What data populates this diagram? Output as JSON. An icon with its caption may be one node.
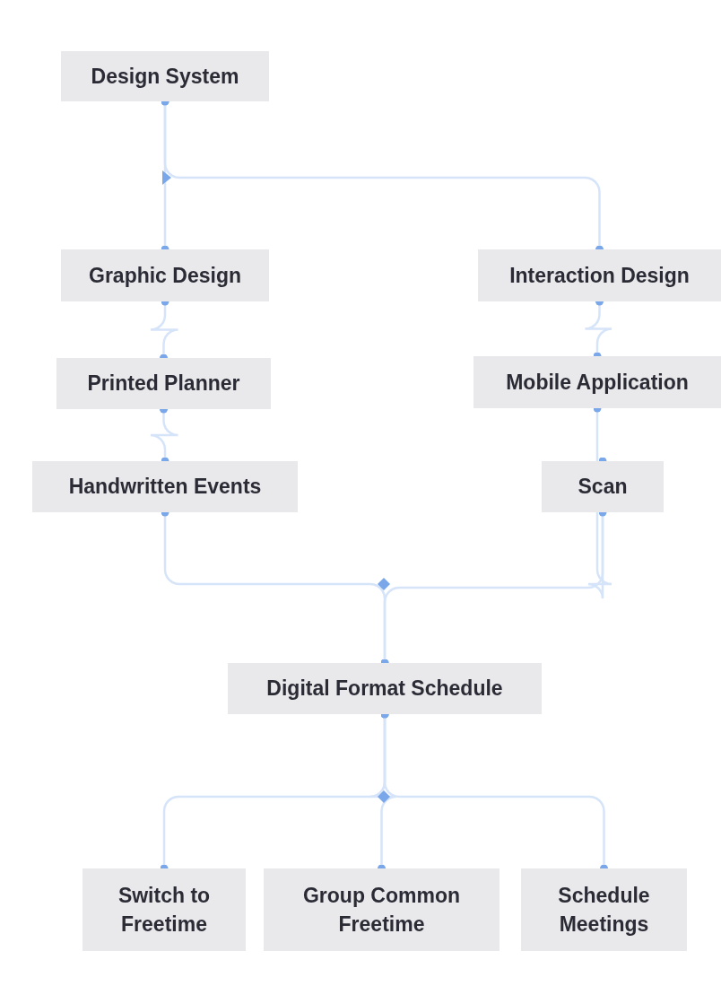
{
  "diagram": {
    "nodes": [
      {
        "text": [
          "Design System"
        ]
      },
      {
        "text": [
          "Graphic Design"
        ]
      },
      {
        "text": [
          "Interaction Design"
        ]
      },
      {
        "text": [
          "Printed Planner"
        ]
      },
      {
        "text": [
          "Mobile Application"
        ]
      },
      {
        "text": [
          "Handwritten Events"
        ]
      },
      {
        "text": [
          "Scan"
        ]
      },
      {
        "text": [
          "Digital Format Schedule"
        ]
      },
      {
        "text": [
          "Switch to Freetime"
        ]
      },
      {
        "text": [
          "Group Common Freetime"
        ]
      },
      {
        "text": [
          "Schedule Meetings"
        ]
      }
    ],
    "edges": [
      {
        "from": 0,
        "to": 1,
        "arrow": "other"
      },
      {
        "from": 0,
        "to": 2,
        "arrow": "other"
      },
      {
        "from": 1,
        "to": 3,
        "arrow": "other"
      },
      {
        "from": 2,
        "to": 4,
        "arrow": "other"
      },
      {
        "from": 3,
        "to": 5,
        "arrow": "other"
      },
      {
        "from": 4,
        "to": 6,
        "arrow": "other"
      },
      {
        "from": 5,
        "to": 7,
        "arrow": "other"
      },
      {
        "from": 6,
        "to": 7,
        "arrow": "other"
      },
      {
        "from": 7,
        "to": 8,
        "arrow": "other"
      },
      {
        "from": 7,
        "to": 9,
        "arrow": "other"
      },
      {
        "from": 7,
        "to": 10,
        "arrow": "other"
      }
    ]
  }
}
